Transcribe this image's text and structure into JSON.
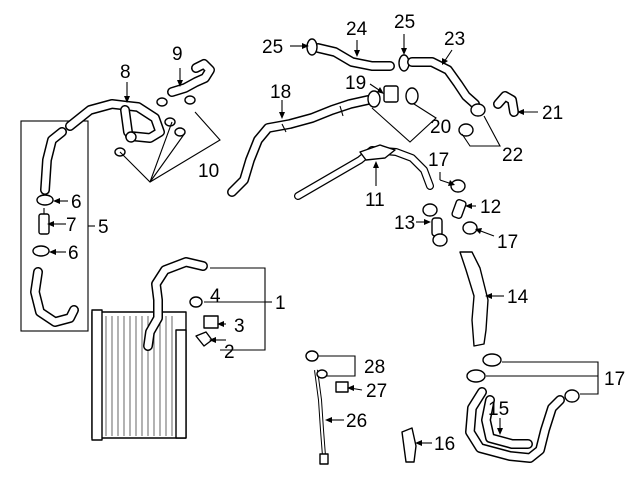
{
  "labels": {
    "n1": "1",
    "n2": "2",
    "n3": "3",
    "n4": "4",
    "n5": "5",
    "n6a": "6",
    "n6b": "6",
    "n7": "7",
    "n8": "8",
    "n9": "9",
    "n10": "10",
    "n11": "11",
    "n12": "12",
    "n13": "13",
    "n14": "14",
    "n15": "15",
    "n16": "16",
    "n17a": "17",
    "n17b": "17",
    "n17c": "17",
    "n18": "18",
    "n19": "19",
    "n20": "20",
    "n21": "21",
    "n22": "22",
    "n23": "23",
    "n24": "24",
    "n25a": "25",
    "n25b": "25",
    "n26": "26",
    "n27": "27",
    "n28": "28"
  }
}
